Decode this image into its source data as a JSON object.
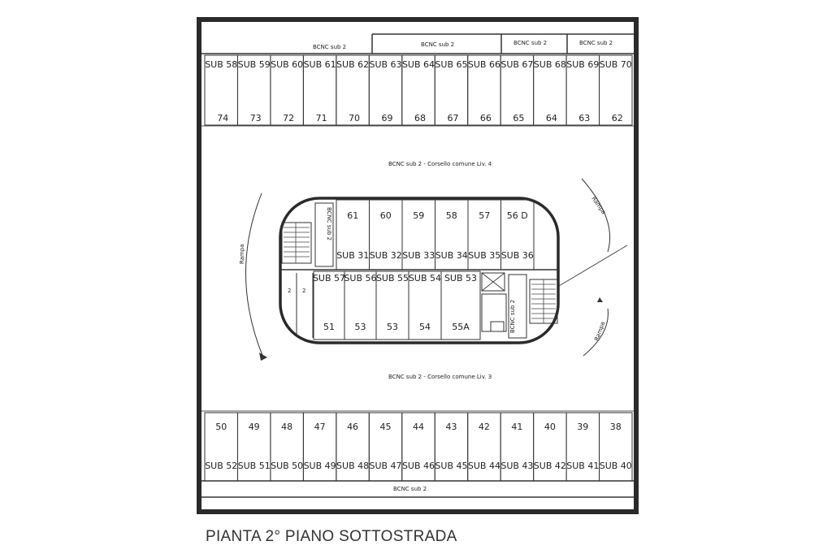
{
  "title": "PIANTA 2° PIANO SOTTOSTRADA",
  "top_bcnc_labels": [
    "BCNC sub 2",
    "BCNC sub 2",
    "BCNC sub 2",
    "BCNC sub 2"
  ],
  "bottom_bcnc_label": "BCNC sub 2",
  "corridor_top": "BCNC sub 2 - Corsello comune Liv. 4",
  "corridor_bottom": "BCNC sub 2 - Corsello comune Liv. 3",
  "ramp_labels": [
    "Rampa",
    "Rampa",
    "Rampa"
  ],
  "island_bcnc_left": "BCNC sub 2",
  "island_bcnc_right": "BCNC sub 2",
  "top_row": [
    {
      "sub": "SUB 58",
      "num": "74"
    },
    {
      "sub": "SUB 59",
      "num": "73"
    },
    {
      "sub": "SUB 60",
      "num": "72"
    },
    {
      "sub": "SUB 61",
      "num": "71"
    },
    {
      "sub": "SUB 62",
      "num": "70"
    },
    {
      "sub": "SUB 63",
      "num": "69"
    },
    {
      "sub": "SUB 64",
      "num": "68"
    },
    {
      "sub": "SUB 65",
      "num": "67"
    },
    {
      "sub": "SUB 66",
      "num": "66"
    },
    {
      "sub": "SUB 67",
      "num": "65"
    },
    {
      "sub": "SUB 68",
      "num": "64"
    },
    {
      "sub": "SUB 69",
      "num": "63"
    },
    {
      "sub": "SUB 70",
      "num": "62"
    }
  ],
  "island_top_row": [
    {
      "num": "61",
      "sub": "SUB 31"
    },
    {
      "num": "60",
      "sub": "SUB 32"
    },
    {
      "num": "59",
      "sub": "SUB 33"
    },
    {
      "num": "58",
      "sub": "SUB 34"
    },
    {
      "num": "57",
      "sub": "SUB 35"
    },
    {
      "num": "56 D",
      "sub": "SUB 36"
    }
  ],
  "island_bottom_row": [
    {
      "sub": "SUB 57",
      "num": "51"
    },
    {
      "sub": "SUB 56",
      "num": "53"
    },
    {
      "sub": "SUB 55",
      "num": "53"
    },
    {
      "sub": "SUB 54",
      "num": "54"
    },
    {
      "sub": "SUB 53",
      "num": "55A"
    }
  ],
  "island_small_marks": [
    "2",
    "2"
  ],
  "bottom_row": [
    {
      "num": "50",
      "sub": "SUB 52"
    },
    {
      "num": "49",
      "sub": "SUB 51"
    },
    {
      "num": "48",
      "sub": "SUB 50"
    },
    {
      "num": "47",
      "sub": "SUB 49"
    },
    {
      "num": "46",
      "sub": "SUB 48"
    },
    {
      "num": "45",
      "sub": "SUB 47"
    },
    {
      "num": "44",
      "sub": "SUB 46"
    },
    {
      "num": "43",
      "sub": "SUB 45"
    },
    {
      "num": "42",
      "sub": "SUB 44"
    },
    {
      "num": "41",
      "sub": "SUB 43"
    },
    {
      "num": "40",
      "sub": "SUB 42"
    },
    {
      "num": "39",
      "sub": "SUB 41"
    },
    {
      "num": "38",
      "sub": "SUB 40"
    }
  ]
}
